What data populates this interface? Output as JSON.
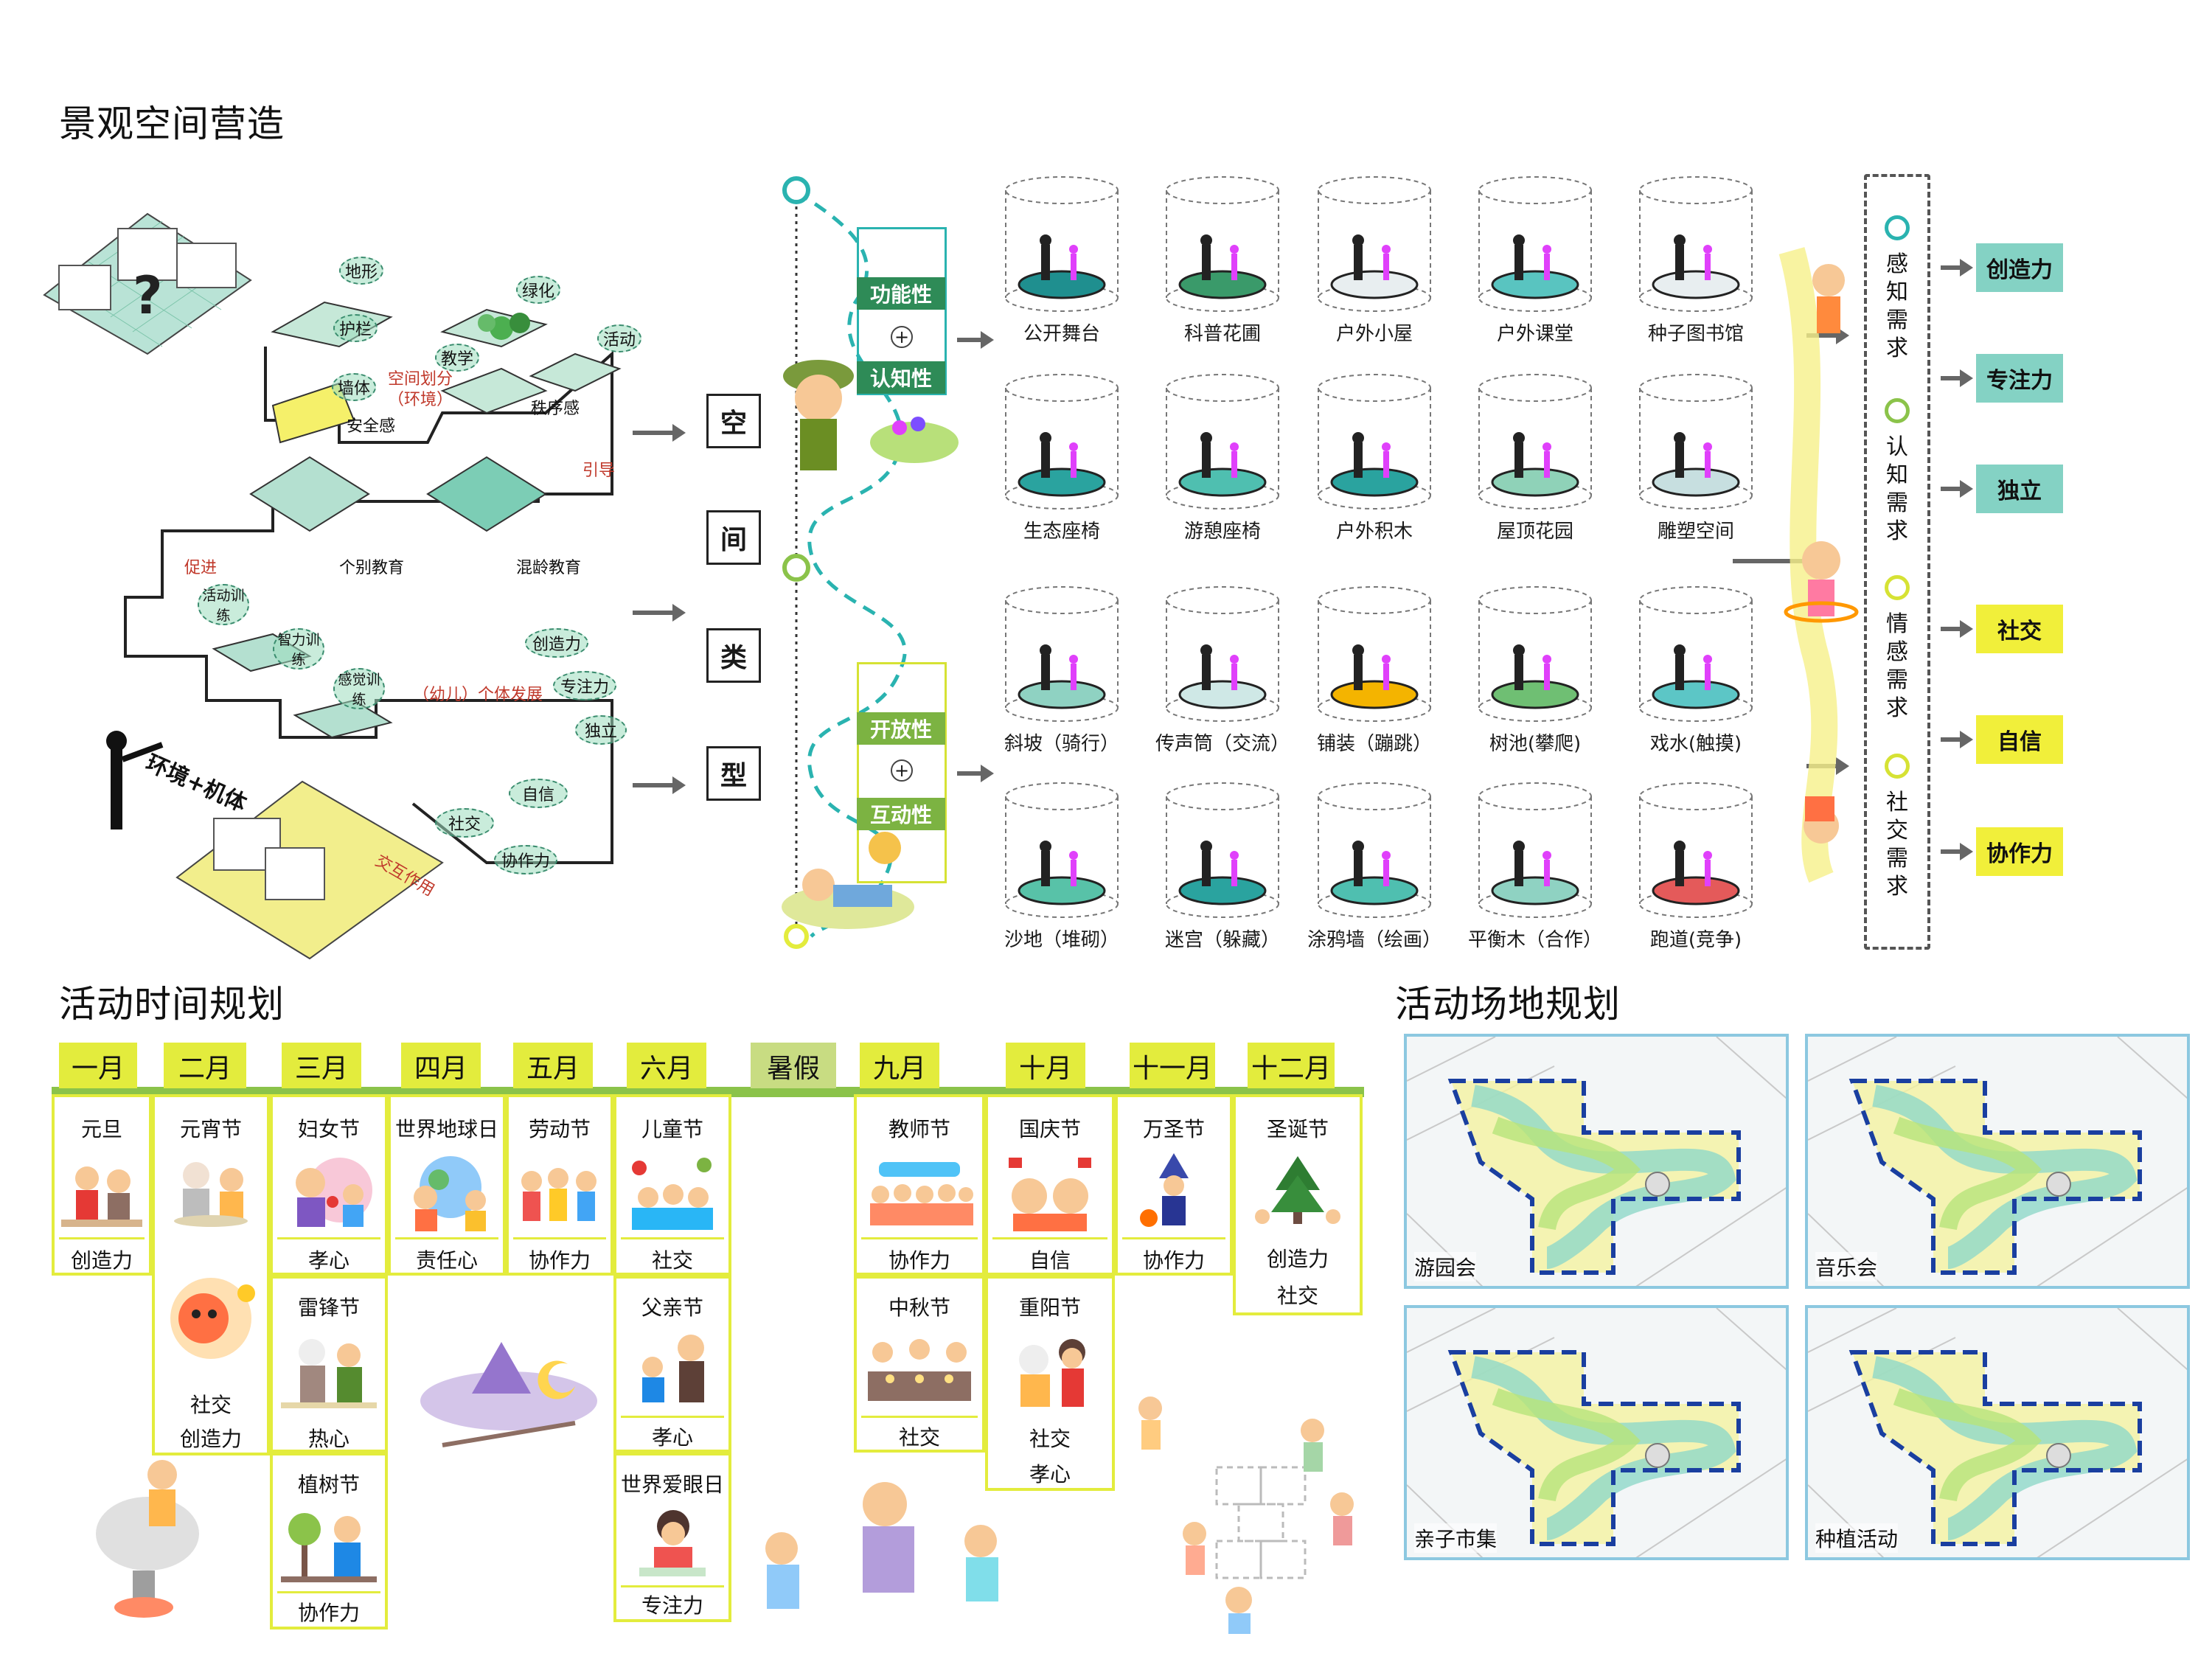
{
  "sections": {
    "landscape_title": "景观空间营造",
    "activity_time_title": "活动时间规划",
    "activity_site_title": "活动场地规划"
  },
  "left_diagram": {
    "tags": {
      "terrain": "地形",
      "greening": "绿化",
      "railing": "护栏",
      "teaching": "教学",
      "activity": "活动",
      "wall": "墙体",
      "space_division": "空间划分",
      "environment_paren": "（环境）",
      "safety": "安全感",
      "order": "秩序感",
      "guide": "引导",
      "promote": "促进",
      "individual_edu": "个别教育",
      "mixed_age_edu": "混龄教育",
      "activity_training": "活动训练",
      "intellect_training": "智力训练",
      "sense_training": "感觉训练",
      "creativity": "创造力",
      "focus": "专注力",
      "independence": "独立",
      "child_development": "（幼儿）个体发展",
      "env_body": "环境+机体",
      "confidence": "自信",
      "social": "社交",
      "cooperation": "协作力",
      "interaction": "交互作用"
    },
    "type_chars": [
      "空",
      "间",
      "类",
      "型"
    ]
  },
  "categories": {
    "functional": "功能性",
    "cognitive": "认知性",
    "openness": "开放性",
    "interactive": "互动性",
    "plus": "+"
  },
  "spaces": [
    [
      "公开舞台",
      "科普花圃",
      "户外小屋",
      "户外课堂",
      "种子图书馆"
    ],
    [
      "生态座椅",
      "游憩座椅",
      "户外积木",
      "屋顶花园",
      "雕塑空间"
    ],
    [
      "斜坡（骑行）",
      "传声筒（交流）",
      "铺装（蹦跳）",
      "树池(攀爬)",
      "戏水(触摸)"
    ],
    [
      "沙地（堆砌）",
      "迷宫（躲藏）",
      "涂鸦墙（绘画）",
      "平衡木（合作）",
      "跑道(竞争)"
    ]
  ],
  "needs": [
    "感知需求",
    "认知需求",
    "情感需求",
    "社交需求"
  ],
  "outcomes": [
    {
      "label": "创造力",
      "color": "#84d2c4"
    },
    {
      "label": "专注力",
      "color": "#84d2c4"
    },
    {
      "label": "独立",
      "color": "#84d2c4"
    },
    {
      "label": "社交",
      "color": "#f1ef3a"
    },
    {
      "label": "自信",
      "color": "#f1ef3a"
    },
    {
      "label": "协作力",
      "color": "#f1ef3a"
    }
  ],
  "months": [
    "一月",
    "二月",
    "三月",
    "四月",
    "五月",
    "六月",
    "暑假",
    "九月",
    "十月",
    "十一月",
    "十二月"
  ],
  "events": {
    "jan": {
      "name": "元旦",
      "value": "创造力"
    },
    "feb": {
      "name": "元宵节",
      "value1": "社交",
      "value2": "创造力"
    },
    "mar1": {
      "name": "妇女节",
      "value": "孝心"
    },
    "mar2": {
      "name": "雷锋节",
      "value": "热心"
    },
    "mar3": {
      "name": "植树节",
      "value": "协作力"
    },
    "apr": {
      "name": "世界地球日",
      "value": "责任心"
    },
    "may": {
      "name": "劳动节",
      "value": "协作力"
    },
    "jun1": {
      "name": "儿童节",
      "value": "社交"
    },
    "jun2": {
      "name": "父亲节",
      "value": "孝心"
    },
    "jun3": {
      "name": "世界爱眼日",
      "value": "专注力"
    },
    "sep1": {
      "name": "教师节",
      "value": "协作力"
    },
    "sep2": {
      "name": "中秋节",
      "value": "社交"
    },
    "oct1": {
      "name": "国庆节",
      "value": "自信"
    },
    "oct2": {
      "name": "重阳节",
      "value1": "社交",
      "value2": "孝心"
    },
    "nov": {
      "name": "万圣节",
      "value": "协作力"
    },
    "dec": {
      "name": "圣诞节",
      "value1": "创造力",
      "value2": "社交"
    }
  },
  "plans": [
    "游园会",
    "音乐会",
    "亲子市集",
    "种植活动"
  ],
  "colors": {
    "teal": "#2ab3b0",
    "green": "#2e8b57",
    "lime": "#e3ec3d",
    "bar_green": "#8bc34a",
    "plan_border": "#8cc8e0"
  }
}
